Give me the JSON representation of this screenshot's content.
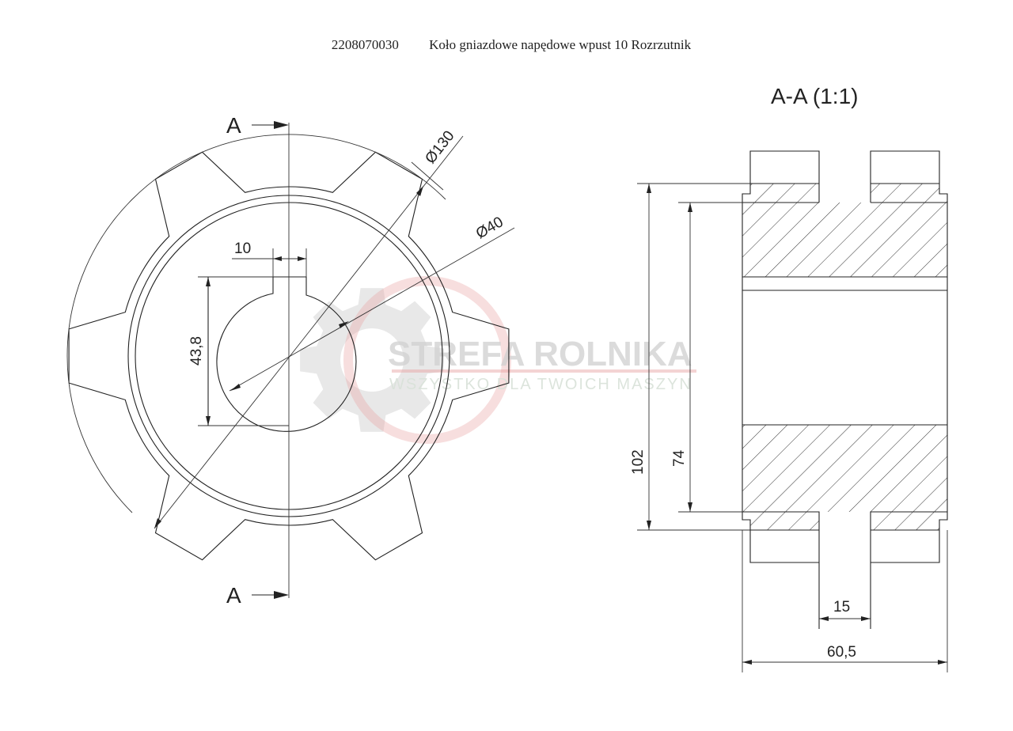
{
  "header": {
    "part_number": "2208070030",
    "part_name": "Koło gniazdowe napędowe wpust 10 Rozrzutnik"
  },
  "front_view": {
    "section_mark_top": "A",
    "section_mark_bottom": "A",
    "dim_outer_diameter": "Ø130",
    "dim_bore_diameter": "Ø40",
    "dim_key_width": "10",
    "dim_key_depth": "43,8",
    "teeth_count": 6
  },
  "section_view": {
    "title": "A-A (1:1)",
    "dim_outer": "102",
    "dim_root": "74",
    "dim_groove": "15",
    "dim_width": "60,5"
  },
  "watermark": {
    "brand": "STREFA ROLNIKA",
    "slogan": "WSZYSTKO DLA TWOICH MASZYN",
    "accent_color": "#e8a0a0",
    "gear_color": "#cccccc"
  }
}
